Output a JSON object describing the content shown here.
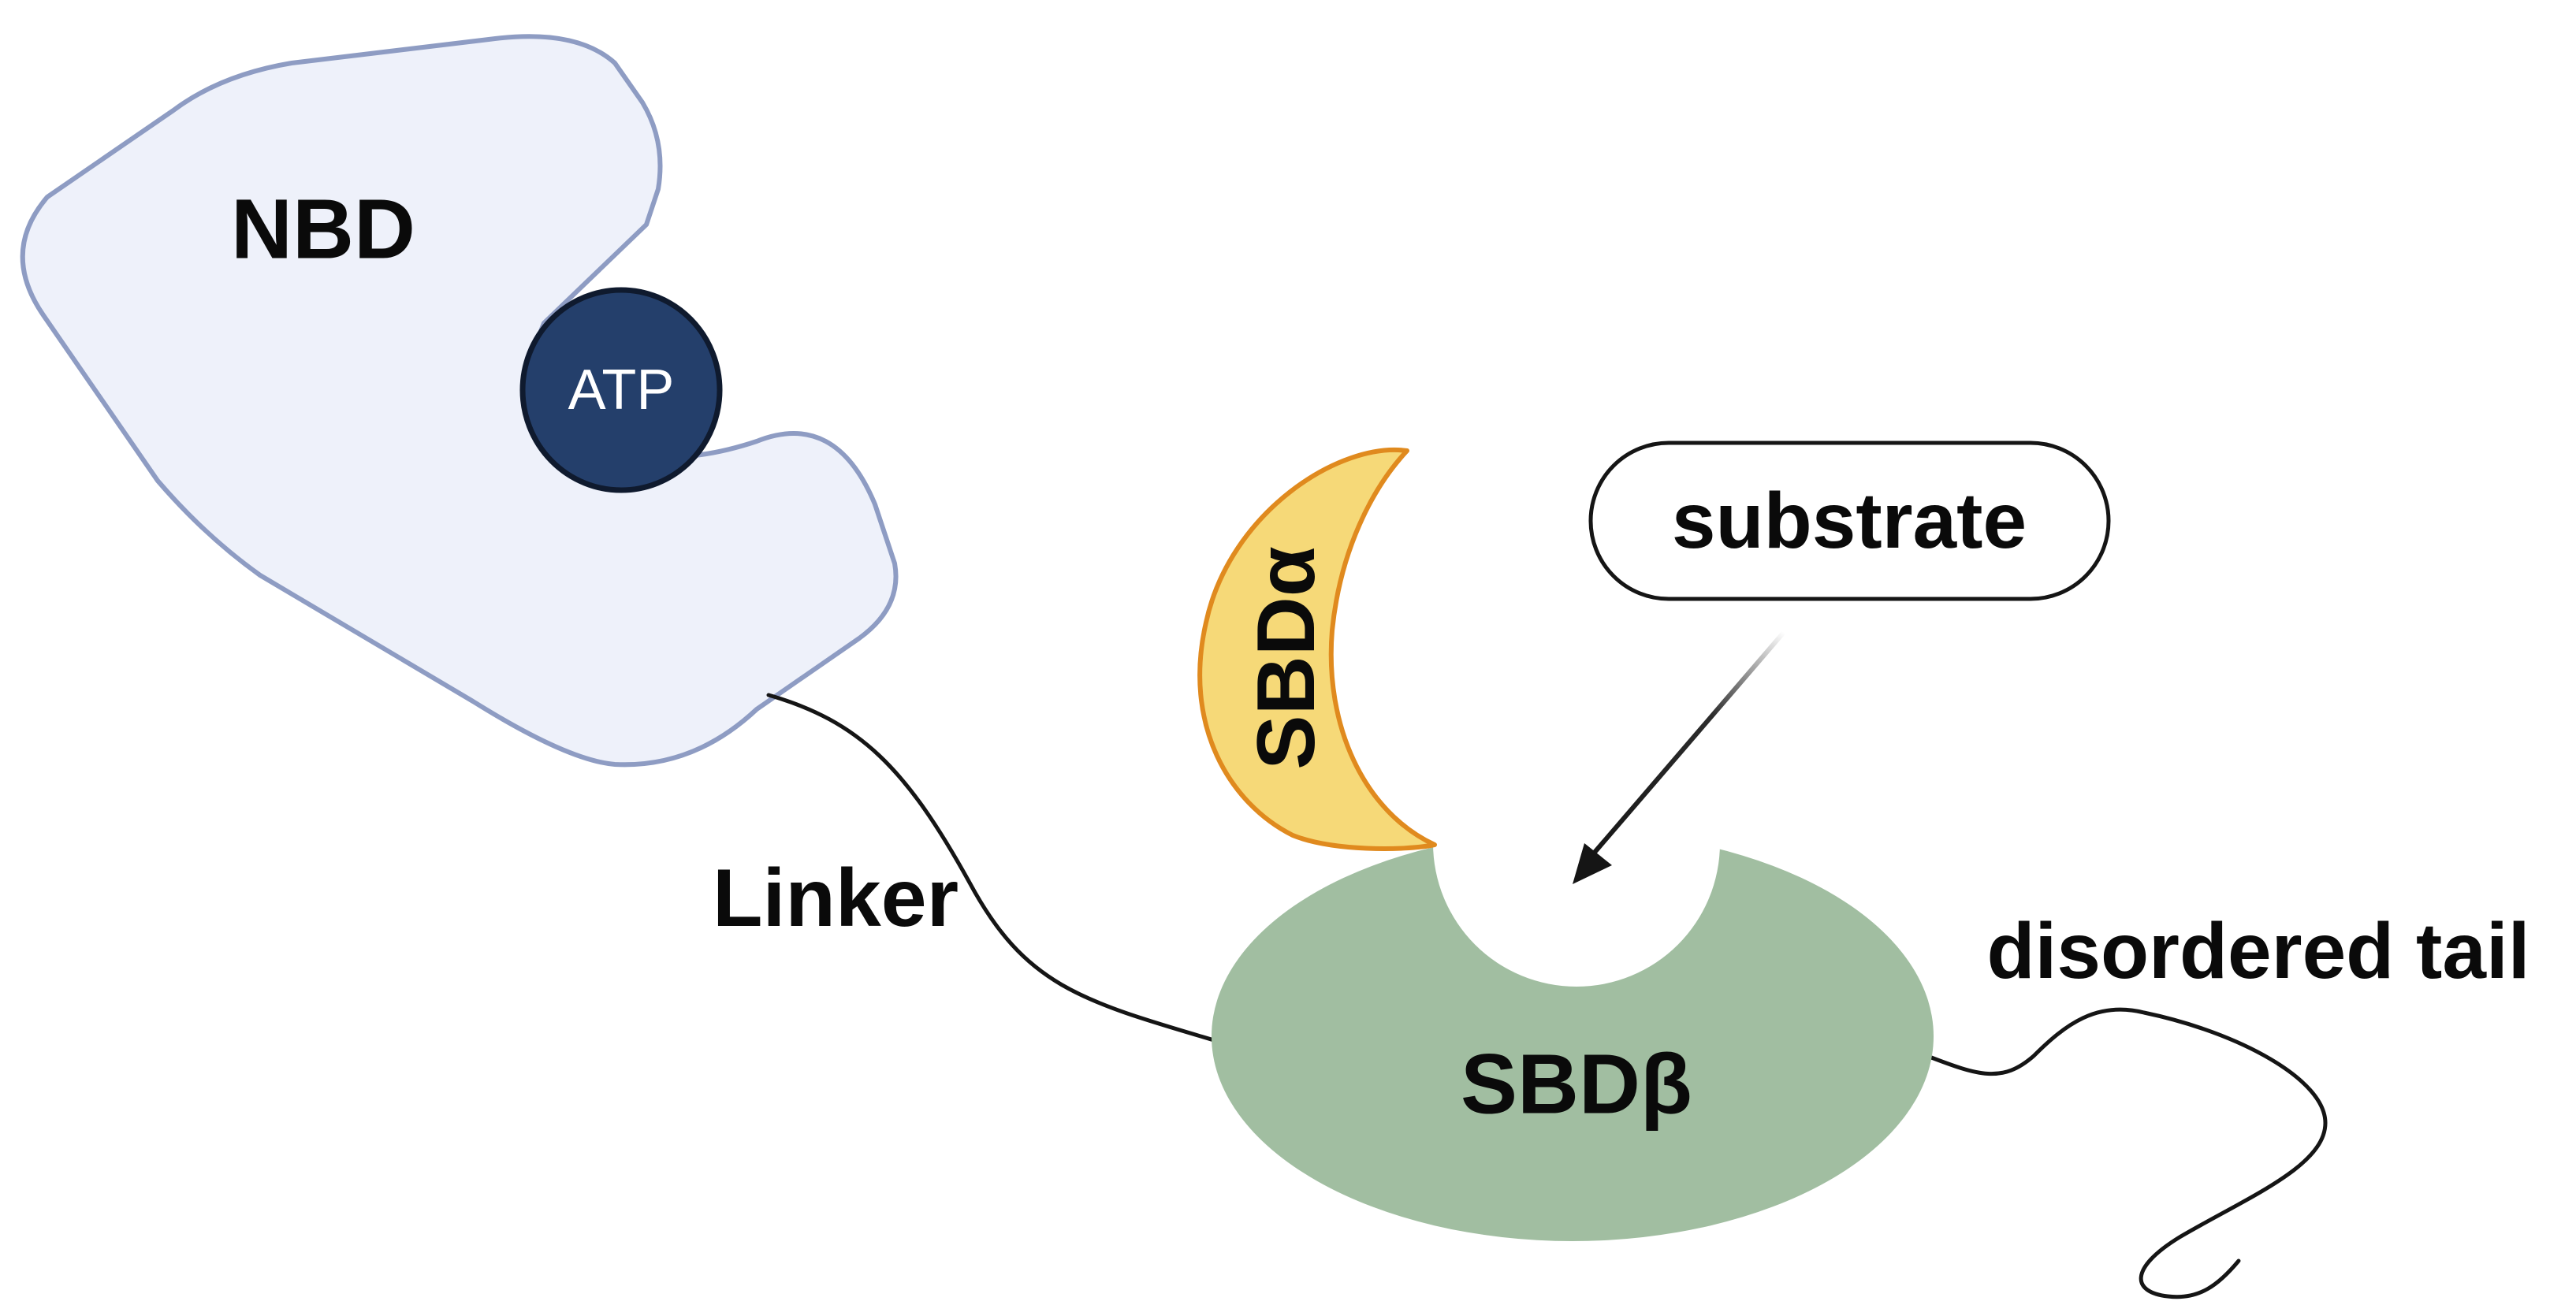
{
  "diagram": {
    "nbd": {
      "label": "NBD"
    },
    "atp": {
      "label": "ATP"
    },
    "linker": {
      "label": "Linker"
    },
    "sbd_alpha": {
      "label": "SBDα"
    },
    "sbd_beta": {
      "label": "SBDβ"
    },
    "substrate": {
      "label": "substrate"
    },
    "tail": {
      "label": "disordered tail"
    }
  },
  "colors": {
    "nbd_fill": "#eef1fa",
    "nbd_stroke": "#8e9cc3",
    "atp_fill": "#243f6b",
    "atp_stroke": "#0f1a2e",
    "sbd_alpha_fill": "#f6d978",
    "sbd_alpha_stroke": "#e08a1e",
    "sbd_beta_fill": "#a1bea1",
    "line": "#151515"
  }
}
